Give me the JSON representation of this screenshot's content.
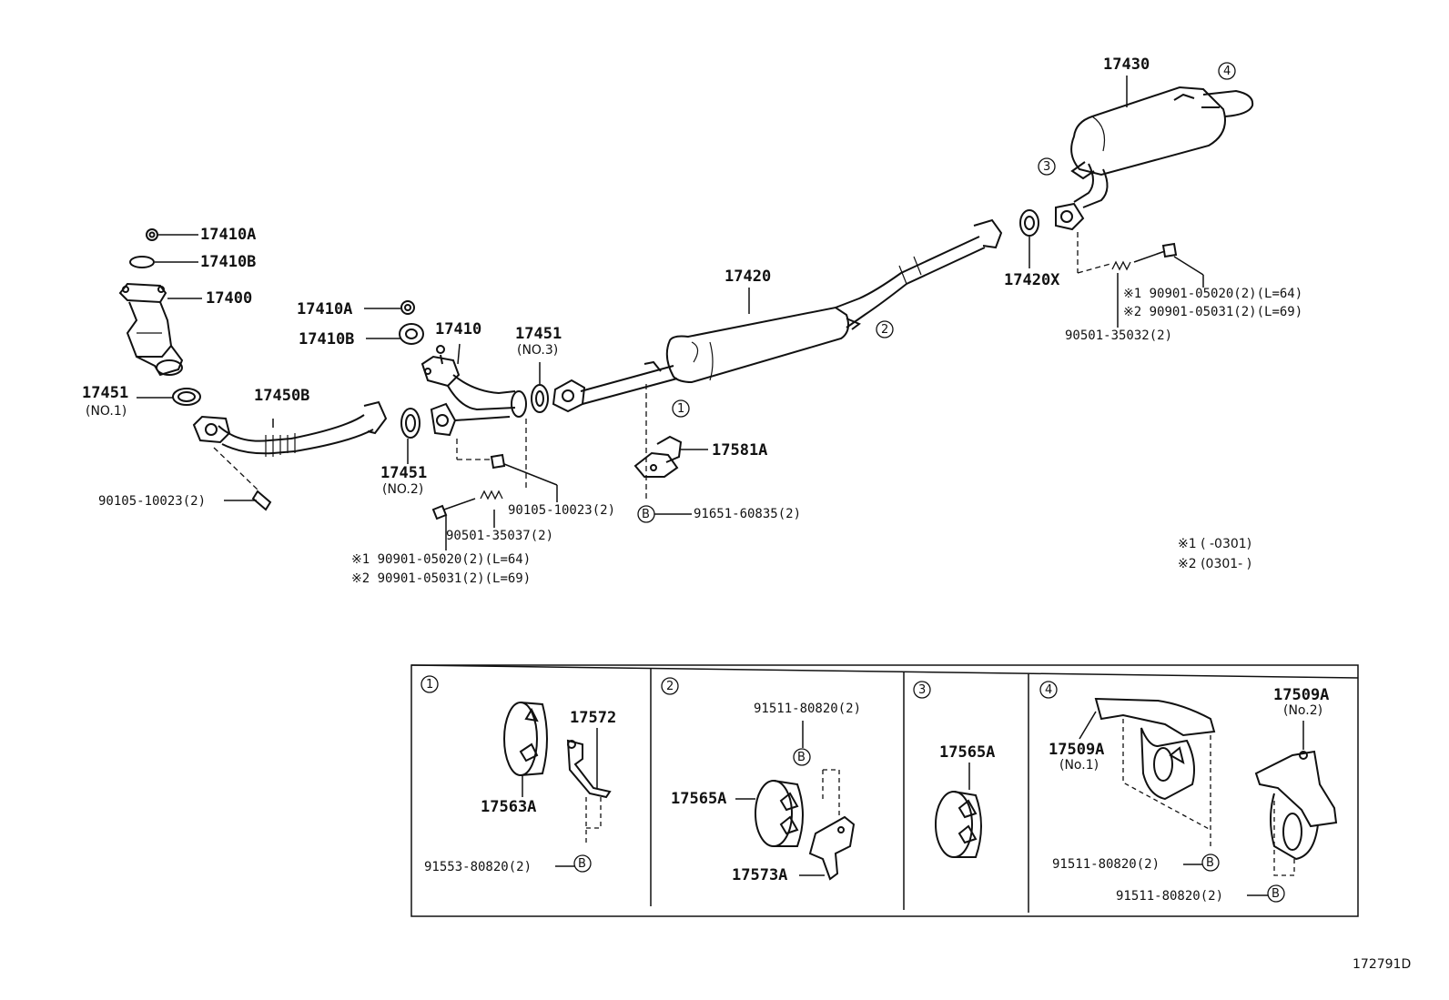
{
  "top_labels": {
    "p17410A_a": "17410A",
    "p17410B_a": "17410B",
    "p17400": "17400",
    "p17451_no1": "17451",
    "p17451_no1_sub": "(NO.1)",
    "p17450B": "17450B",
    "p17410A_b": "17410A",
    "p17410B_b": "17410B",
    "p17410": "17410",
    "p17451_no3": "17451",
    "p17451_no3_sub": "(NO.3)",
    "p17451_no2": "17451",
    "p17451_no2_sub": "(NO.2)",
    "p17420": "17420",
    "p17430": "17430",
    "p17420X": "17420X",
    "p17581A": "17581A",
    "b90105_a": "90105-10023(2)",
    "b90105_b": "90105-10023(2)",
    "b90501_37": "90501-35037(2)",
    "b90901_20_a": "※1 90901-05020(2)(L=64)",
    "b90901_31_a": "※2 90901-05031(2)(L=69)",
    "b91651": "91651-60835(2)",
    "b90901_20_b": "※1 90901-05020(2)(L=64)",
    "b90901_31_b": "※2 90901-05031(2)(L=69)",
    "b90501_32": "90501-35032(2)",
    "note1": "※1 (    -0301)",
    "note2": "※2 (0301-    )",
    "circle_1": "1",
    "circle_2": "2",
    "circle_3": "3",
    "circle_4": "4",
    "circle_B": "B"
  },
  "panels": {
    "p1": {
      "num": "1",
      "part_a": "17563A",
      "part_b": "17572",
      "bolt": "91553-80820(2)"
    },
    "p2": {
      "num": "2",
      "bolt": "91511-80820(2)",
      "part_a": "17565A",
      "part_b": "17573A"
    },
    "p3": {
      "num": "3",
      "part_a": "17565A"
    },
    "p4": {
      "num": "4",
      "part_a": "17509A",
      "part_a_sub": "(No.1)",
      "part_b": "17509A",
      "part_b_sub": "(No.2)",
      "bolt_a": "91511-80820(2)",
      "bolt_b": "91511-80820(2)"
    }
  },
  "ref_code": "172791D"
}
